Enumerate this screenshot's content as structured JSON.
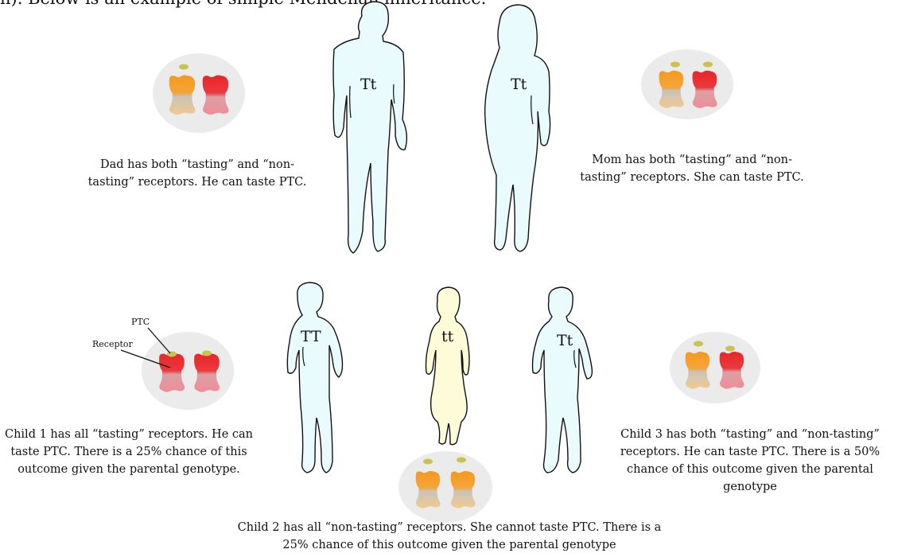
{
  "intro_text": "n). Below is an example of simple Mendelian inheritance.",
  "colors": {
    "tasting_receptor": "#e8262a",
    "non_tasting_receptor": "#f39a1e",
    "ptc_molecule": "#c9c24f",
    "tasting_person_fill": "#e9fbfd",
    "non_tasting_person_fill": "#fdfbd8",
    "cell_background": "#ebebeb"
  },
  "dad": {
    "genotype": "Tt",
    "caption": "Dad has both “tasting” and “non-tasting” receptors. He can taste PTC.",
    "receptors": [
      "non-tasting",
      "tasting"
    ]
  },
  "mom": {
    "genotype": "Tt",
    "caption": "Mom has both “tasting” and “non-tasting” receptors. She can taste PTC.",
    "receptors": [
      "non-tasting",
      "tasting"
    ]
  },
  "child1": {
    "genotype": "TT",
    "caption": "Child 1 has all “tasting” receptors. He can taste PTC.  There is a 25% chance of this outcome given the parental genotype.",
    "receptors": [
      "tasting",
      "tasting"
    ]
  },
  "child2": {
    "genotype": "tt",
    "caption": "Child 2 has all “non-tasting” receptors. She cannot taste PTC. There is a 25% chance of this outcome given the parental genotype",
    "receptors": [
      "non-tasting",
      "non-tasting"
    ]
  },
  "child3": {
    "genotype": "Tt",
    "caption": "Child 3 has both “tasting” and “non-tasting” receptors. He can taste PTC.  There is a 50% chance of this  outcome given the parental genotype",
    "receptors": [
      "non-tasting",
      "tasting"
    ]
  },
  "labels": {
    "ptc": "PTC",
    "receptor": "Receptor"
  }
}
